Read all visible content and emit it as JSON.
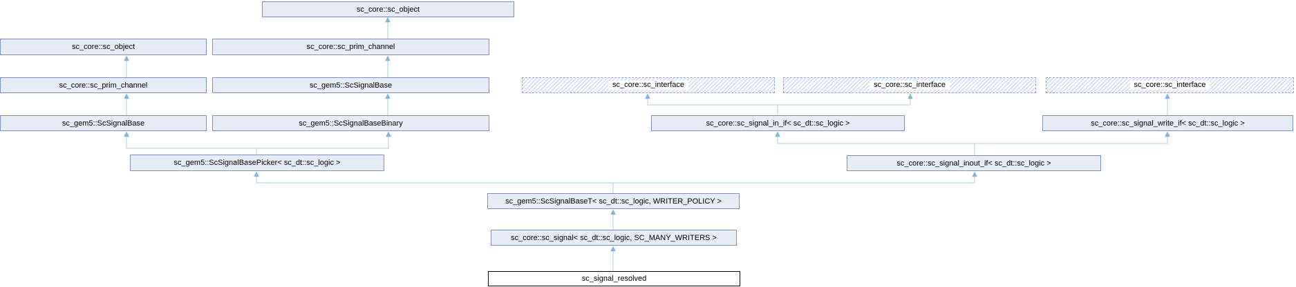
{
  "diagram": {
    "title": "sc_signal_resolved inheritance diagram",
    "colors": {
      "node_fill": "#e8ecf6",
      "node_border": "#7b90c1",
      "dashed_border": "#93a7cd",
      "hatch_stripe": "#dbe3f3",
      "current_node_border": "#000000",
      "edge": "#aacfe5",
      "arrowhead": "#85b6d8"
    },
    "nodes": [
      {
        "id": "sc-object-top",
        "label": "sc_core::sc_object",
        "style": "solid"
      },
      {
        "id": "sc-object-left",
        "label": "sc_core::sc_object",
        "style": "solid"
      },
      {
        "id": "sc-prim-channel-mid",
        "label": "sc_core::sc_prim_channel",
        "style": "solid"
      },
      {
        "id": "sc-prim-channel-left",
        "label": "sc_core::sc_prim_channel",
        "style": "solid"
      },
      {
        "id": "scsignalbase-mid",
        "label": "sc_gem5::ScSignalBase",
        "style": "solid"
      },
      {
        "id": "sc-interface-1",
        "label": "sc_core::sc_interface",
        "style": "dashed"
      },
      {
        "id": "sc-interface-2",
        "label": "sc_core::sc_interface",
        "style": "dashed"
      },
      {
        "id": "sc-interface-3",
        "label": "sc_core::sc_interface",
        "style": "dashed"
      },
      {
        "id": "scsignalbase-left",
        "label": "sc_gem5::ScSignalBase",
        "style": "solid"
      },
      {
        "id": "scsignalbasebinary",
        "label": "sc_gem5::ScSignalBaseBinary",
        "style": "solid"
      },
      {
        "id": "sc-signal-in-if",
        "label": "sc_core::sc_signal_in_if< sc_dt::sc_logic >",
        "style": "solid"
      },
      {
        "id": "sc-signal-write-if",
        "label": "sc_core::sc_signal_write_if< sc_dt::sc_logic >",
        "style": "solid"
      },
      {
        "id": "scsignalbasepicker",
        "label": "sc_gem5::ScSignalBasePicker< sc_dt::sc_logic >",
        "style": "solid"
      },
      {
        "id": "sc-signal-inout-if",
        "label": "sc_core::sc_signal_inout_if< sc_dt::sc_logic >",
        "style": "solid"
      },
      {
        "id": "scsignalbaset",
        "label": "sc_gem5::ScSignalBaseT< sc_dt::sc_logic, WRITER_POLICY >",
        "style": "solid"
      },
      {
        "id": "sc-signal",
        "label": "sc_core::sc_signal< sc_dt::sc_logic, SC_MANY_WRITERS >",
        "style": "solid"
      },
      {
        "id": "sc-signal-resolved",
        "label": "sc_signal_resolved",
        "style": "current"
      }
    ]
  }
}
